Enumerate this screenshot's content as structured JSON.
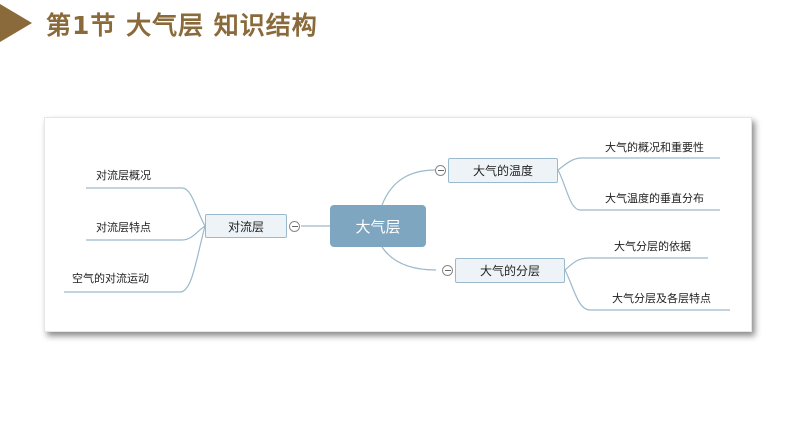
{
  "header": {
    "title": "第1节  大气层  知识结构"
  },
  "mindmap": {
    "central": "大气层",
    "branches": {
      "troposphere": {
        "label": "对流层",
        "leaves": [
          "对流层概况",
          "对流层特点",
          "空气的对流运动"
        ]
      },
      "temperature": {
        "label": "大气的温度",
        "leaves": [
          "大气的概况和重要性",
          "大气温度的垂直分布"
        ]
      },
      "layers": {
        "label": "大气的分层",
        "leaves": [
          "大气分层的依据",
          "大气分层及各层特点"
        ]
      }
    }
  },
  "colors": {
    "accent": "#8a6a3b",
    "central": "#7ea6c1",
    "line": "#9bb9cc"
  },
  "icons": {
    "collapse": "collapse-minus-icon",
    "title_marker": "triangle-arrow-icon"
  }
}
